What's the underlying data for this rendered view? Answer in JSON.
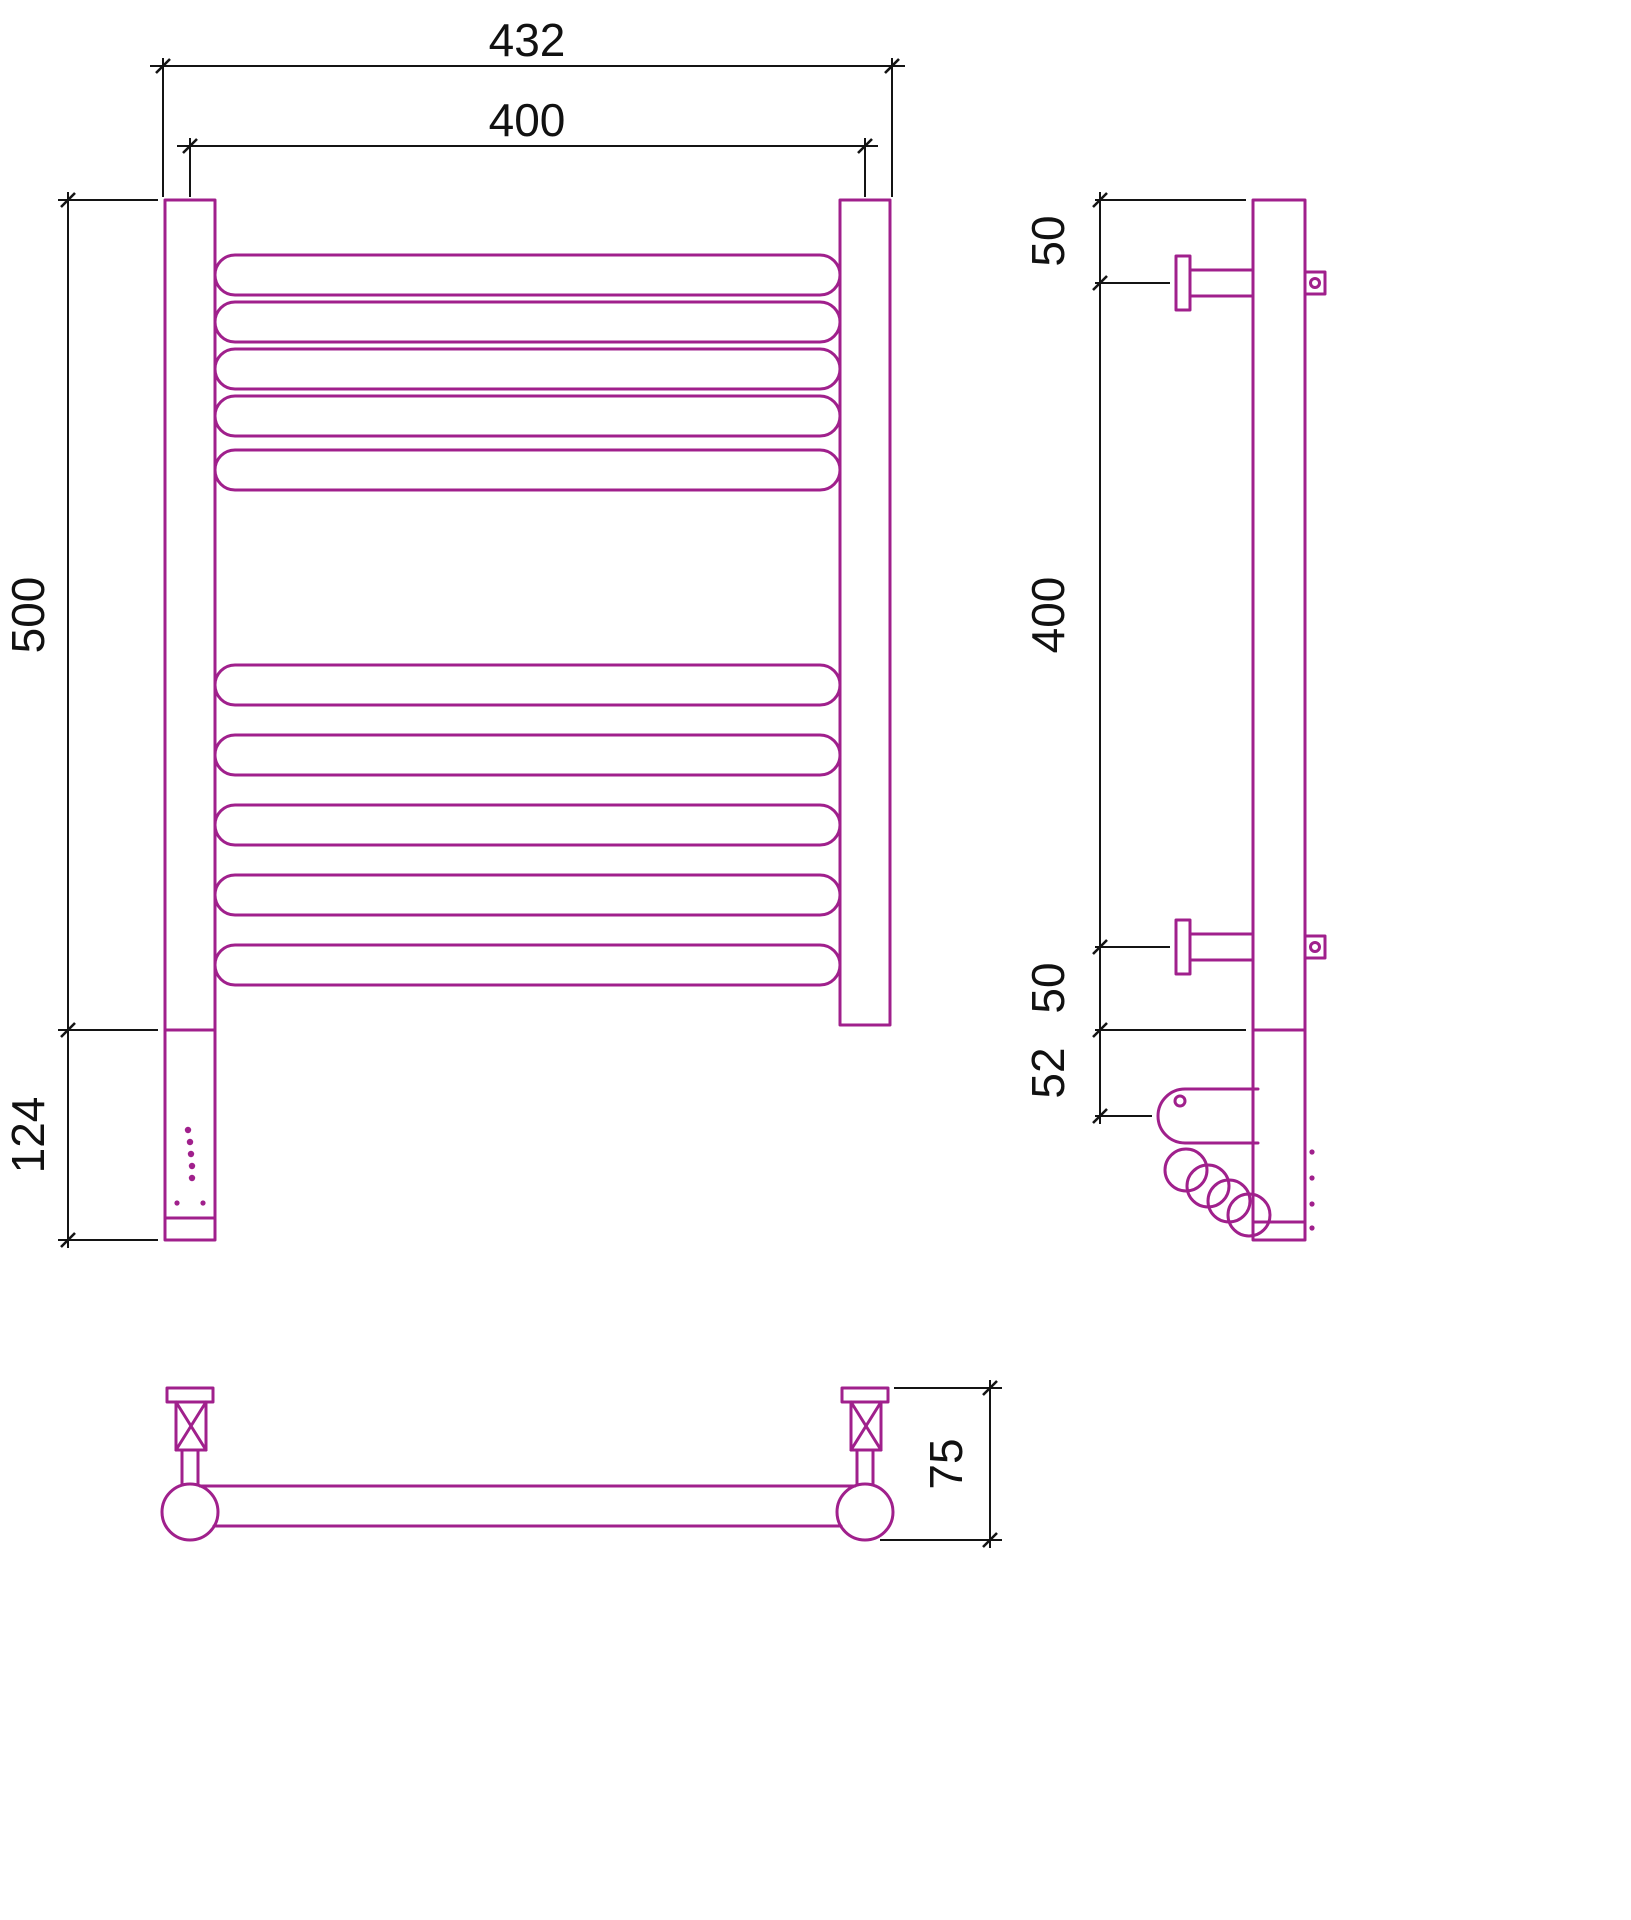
{
  "colors": {
    "drawing_line": "#a0208c",
    "dimension_line": "#141414",
    "background": "#ffffff"
  },
  "front_view": {
    "overall_width": "432",
    "pipe_center_width": "400",
    "height": "500",
    "unit_height": "124"
  },
  "side_view": {
    "top_bracket_offset": "50",
    "bracket_spacing": "400",
    "bottom_bracket_offset": "50",
    "element_offset": "52"
  },
  "top_view": {
    "depth": "75"
  }
}
